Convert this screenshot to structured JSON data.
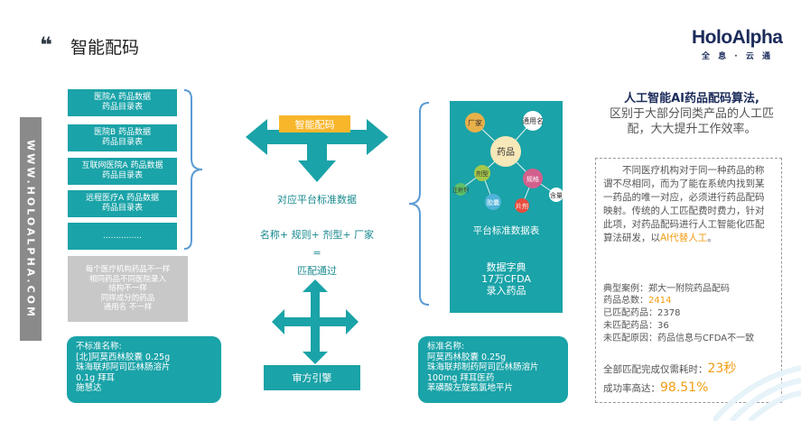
{
  "title": {
    "quote_mark": "❝",
    "text": "智能配码"
  },
  "logo": {
    "main": "HoloAlpha",
    "sub": "全 息 · 云 通"
  },
  "side_bar": {
    "text": "WWW.HOLOALPHA.COM"
  },
  "sources": [
    {
      "line1": "医院A 药品数据",
      "line2": "药品目录表"
    },
    {
      "line1": "医院B 药品数据",
      "line2": "药品目录表"
    },
    {
      "line1": "互联网医院A 药品数据",
      "line2": "药品目录表"
    },
    {
      "line1": "远程医疗A 药品数据",
      "line2": "药品目录表"
    },
    {
      "line1": "...............",
      "line2": ""
    }
  ],
  "note": {
    "lines": [
      "每个医疗机构药品不一样",
      "相同药品不同医院录入",
      "结构不一样",
      "同样成分的药品",
      "通用名 不一样"
    ]
  },
  "nonstandard": {
    "header": "不标准名称:",
    "lines": [
      "[北]阿莫西林胶囊 0.25g",
      "珠海联邦阿司匹林肠溶片",
      "0.1g 拜耳",
      "施慧达"
    ]
  },
  "standard": {
    "header": "标准名称:",
    "lines": [
      "阿莫西林胶囊 0.25g",
      "珠海联邦制药阿司匹林肠溶片",
      "100mg 拜耳医药",
      "苯磺酸左旋氨氯地平片"
    ]
  },
  "center": {
    "tag": "智能配码",
    "label": "对应平台标准数据",
    "formula": "名称+ 规则+ 剂型+ 厂家",
    "equals": "=",
    "result": "匹配通过",
    "audit": "审方引擎"
  },
  "molecule": {
    "center": "药品",
    "nodes": [
      "厂家",
      "通用名",
      "剂型",
      "规格",
      "含量",
      "注射剂",
      "胶囊",
      "片剂"
    ]
  },
  "std_table": {
    "caption": "平台标准数据表",
    "dict_lines": [
      "数据字典",
      "17万CFDA",
      "录入药品"
    ]
  },
  "headline": {
    "highlight": "人工智能AI药品配码算法,",
    "rest": "区别于大部分同类产品的人工匹配，大大提升工作效率。"
  },
  "description": {
    "text": "不同医疗机构对于同一种药品的称谓不尽相同，而为了能在系统内找到某一药品的唯一对应，必须进行药品配码映射。传统的人工匹配费时费力，针对此项，对药品配码进行人工智能化匹配算法研发，以",
    "highlight": "AI代替人工",
    "end": "。"
  },
  "case": {
    "title": "典型案例：郑大一附院药品配码",
    "total_label": "药品总数：",
    "total_value": "2414",
    "matched_label": "已匹配药品：",
    "matched_value": "2378",
    "unmatched_label": "未匹配药品：",
    "unmatched_value": "36",
    "reason_label": "未匹配原因：",
    "reason_value": "药品信息与CFDA不一致",
    "time_label": "全部匹配完成仅需耗时：",
    "time_value": "23秒",
    "rate_label": "成功率高达：",
    "rate_value": "98.51%"
  },
  "colors": {
    "teal": "#1aa3a8",
    "orange": "#f39c12",
    "yellow": "#f8b62b",
    "bracket": "#5b9bd5"
  }
}
